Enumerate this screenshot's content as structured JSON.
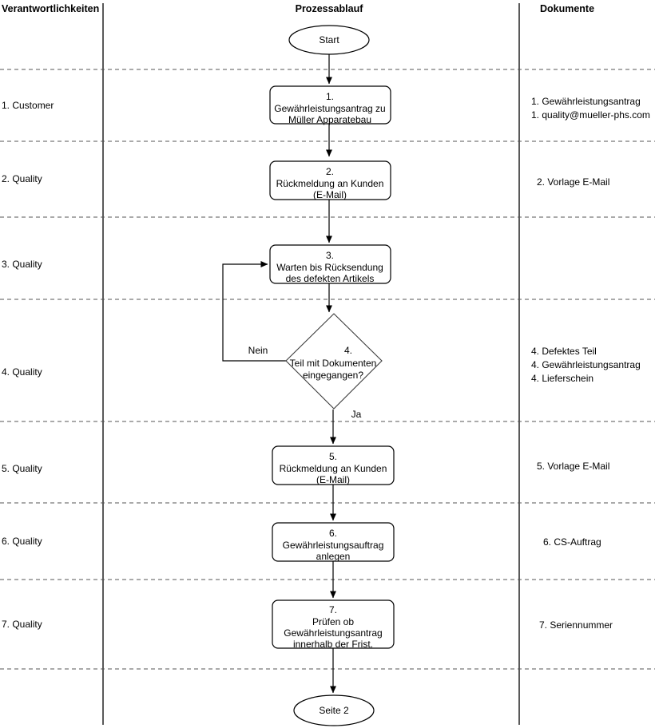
{
  "columns": {
    "responsibilities_header": "Verantwortlichkeiten",
    "process_header": "Prozessablauf",
    "documents_header": "Dokumente"
  },
  "lanes": [
    {
      "label": "1. Customer"
    },
    {
      "label": "2. Quality"
    },
    {
      "label": "3. Quality"
    },
    {
      "label": "4. Quality"
    },
    {
      "label": "5. Quality"
    },
    {
      "label": "6. Quality"
    },
    {
      "label": "7. Quality"
    }
  ],
  "documents": [
    {
      "lines": [
        "1. Gewährleistungsantrag",
        "1. quality@mueller-phs.com"
      ]
    },
    {
      "lines": [
        "2. Vorlage E-Mail"
      ]
    },
    {
      "lines": []
    },
    {
      "lines": [
        "4. Defektes Teil",
        "4. Gewährleistungsantrag",
        "4. Lieferschein"
      ]
    },
    {
      "lines": [
        "5. Vorlage E-Mail"
      ]
    },
    {
      "lines": [
        "6. CS-Auftrag"
      ]
    },
    {
      "lines": [
        "7. Seriennummer"
      ]
    }
  ],
  "nodes": {
    "start": {
      "label": "Start",
      "shape": "ellipse"
    },
    "step1": {
      "lines": [
        "1.",
        "Gewährleistungsantrag zu",
        "Müller Apparatebau"
      ],
      "shape": "process"
    },
    "step2": {
      "lines": [
        "2.",
        "Rückmeldung an Kunden",
        "(E-Mail)"
      ],
      "shape": "process"
    },
    "step3": {
      "lines": [
        "3.",
        "Warten bis Rücksendung",
        "des defekten Artikels"
      ],
      "shape": "process"
    },
    "step4": {
      "lines": [
        "4.",
        "Teil mit Dokumenten",
        "eingegangen?"
      ],
      "shape": "decision"
    },
    "step5": {
      "lines": [
        "5.",
        "Rückmeldung an Kunden",
        "(E-Mail)"
      ],
      "shape": "process"
    },
    "step6": {
      "lines": [
        "6.",
        "Gewährleistungsauftrag",
        "anlegen"
      ],
      "shape": "process"
    },
    "step7": {
      "lines": [
        "7.",
        "Prüfen ob",
        "Gewährleistungsantrag",
        "innerhalb der Frist."
      ],
      "shape": "process"
    },
    "end": {
      "label": "Seite 2",
      "shape": "ellipse"
    }
  },
  "edge_labels": {
    "no": "Nein",
    "yes": "Ja"
  },
  "colors": {
    "stroke": "#000000",
    "background": "#ffffff",
    "divider": "#555555"
  }
}
